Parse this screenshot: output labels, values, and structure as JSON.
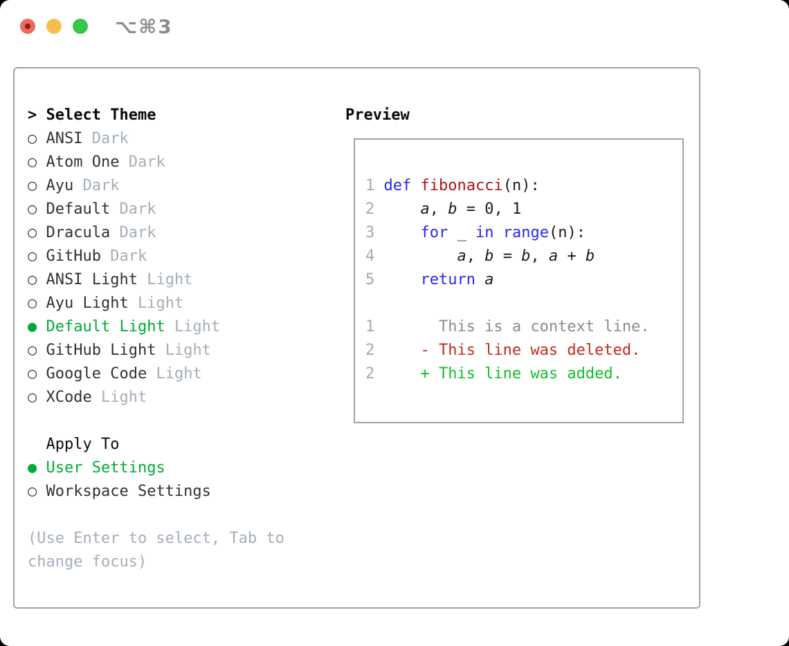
{
  "titlebar": {
    "shortcut": "⌥⌘3"
  },
  "panel": {
    "theme_list": {
      "header_prefix": ">",
      "header": "Select Theme",
      "items": [
        {
          "name": "ANSI",
          "variant": "Dark",
          "selected": false
        },
        {
          "name": "Atom One",
          "variant": "Dark",
          "selected": false
        },
        {
          "name": "Ayu",
          "variant": "Dark",
          "selected": false
        },
        {
          "name": "Default",
          "variant": "Dark",
          "selected": false
        },
        {
          "name": "Dracula",
          "variant": "Dark",
          "selected": false
        },
        {
          "name": "GitHub",
          "variant": "Dark",
          "selected": false
        },
        {
          "name": "ANSI Light",
          "variant": "Light",
          "selected": false
        },
        {
          "name": "Ayu Light",
          "variant": "Light",
          "selected": false
        },
        {
          "name": "Default Light",
          "variant": "Light",
          "selected": true
        },
        {
          "name": "GitHub Light",
          "variant": "Light",
          "selected": false
        },
        {
          "name": "Google Code",
          "variant": "Light",
          "selected": false
        },
        {
          "name": "XCode",
          "variant": "Light",
          "selected": false
        }
      ]
    },
    "apply_to": {
      "header": "Apply To",
      "options": [
        {
          "label": "User Settings",
          "selected": true
        },
        {
          "label": "Workspace Settings",
          "selected": false
        }
      ]
    },
    "hint_lines": [
      "(Use Enter to select, Tab to",
      "change focus)"
    ],
    "preview": {
      "header": "Preview",
      "code_lines": [
        {
          "num": "1",
          "segs": [
            [
              "k",
              "def"
            ],
            [
              "p",
              " "
            ],
            [
              "f",
              "fibonacci"
            ],
            [
              "p",
              "(n):"
            ]
          ]
        },
        {
          "num": "2",
          "segs": [
            [
              "p",
              "    "
            ],
            [
              "v",
              "a"
            ],
            [
              "p",
              ", "
            ],
            [
              "v",
              "b"
            ],
            [
              "p",
              " = 0, 1"
            ]
          ]
        },
        {
          "num": "3",
          "segs": [
            [
              "p",
              "    "
            ],
            [
              "k",
              "for"
            ],
            [
              "p",
              " _ "
            ],
            [
              "k",
              "in"
            ],
            [
              "p",
              " "
            ],
            [
              "k",
              "range"
            ],
            [
              "p",
              "(n):"
            ]
          ]
        },
        {
          "num": "4",
          "segs": [
            [
              "p",
              "        "
            ],
            [
              "v",
              "a"
            ],
            [
              "p",
              ", "
            ],
            [
              "v",
              "b"
            ],
            [
              "p",
              " = "
            ],
            [
              "v",
              "b"
            ],
            [
              "p",
              ", "
            ],
            [
              "v",
              "a"
            ],
            [
              "p",
              " + "
            ],
            [
              "v",
              "b"
            ]
          ]
        },
        {
          "num": "5",
          "segs": [
            [
              "p",
              "    "
            ],
            [
              "k",
              "return"
            ],
            [
              "p",
              " "
            ],
            [
              "v",
              "a"
            ]
          ]
        },
        {
          "num": "",
          "segs": []
        },
        {
          "num": "1",
          "segs": [
            [
              "ctx",
              "      This is a context line."
            ]
          ]
        },
        {
          "num": "2",
          "segs": [
            [
              "del",
              "    - This line was deleted."
            ]
          ]
        },
        {
          "num": "2",
          "segs": [
            [
              "add",
              "    + This line was added."
            ]
          ]
        }
      ]
    }
  },
  "colors": {
    "window_bg": "#ffffff",
    "border": "#9aa3ac",
    "header": "#0a0a0a",
    "item": "#2e3236",
    "circle": "#3f4348",
    "muted": "#a4aeb8",
    "green": "#00ab35",
    "num": "#9fa9b3",
    "plain": "#1b1b1b",
    "keyword": "#2727ee",
    "function": "#ad1414",
    "context": "#8b8b8b",
    "deleted": "#c5291a",
    "added": "#12bd2a",
    "titlebar_text": "#8d8d8d",
    "light_red": "#ee6a5f",
    "light_red_dot": "#8e1a10",
    "light_yellow": "#f6be4f",
    "light_green": "#34c748"
  }
}
